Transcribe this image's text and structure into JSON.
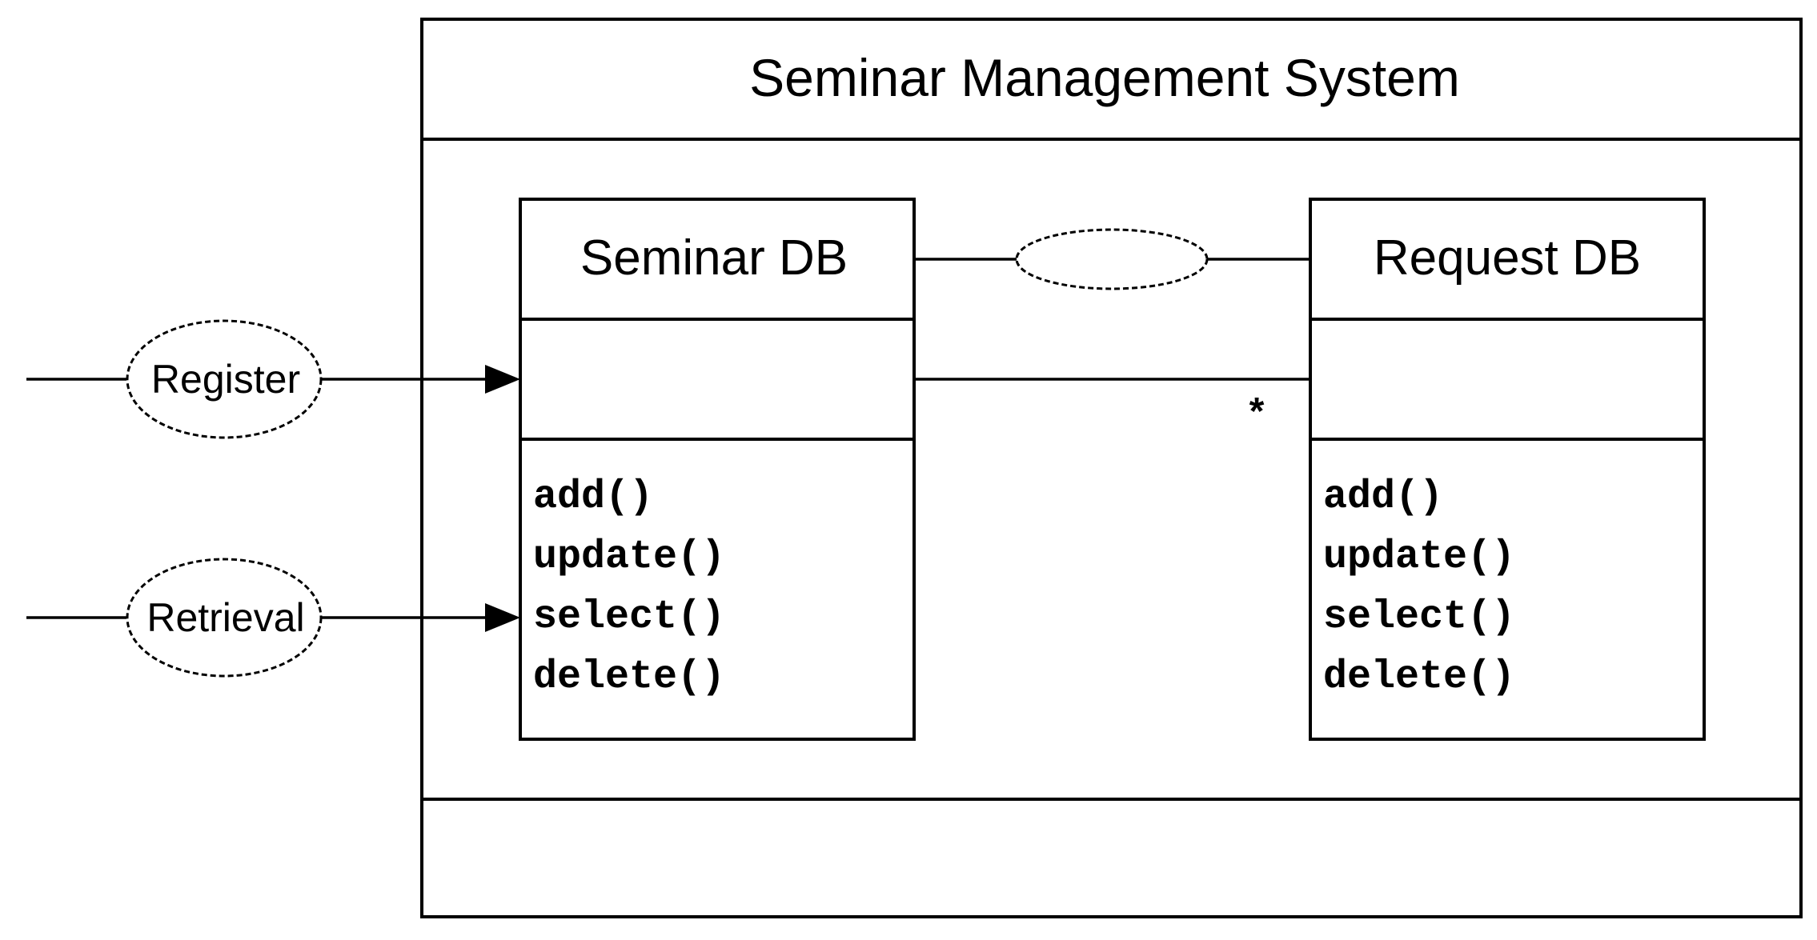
{
  "system": {
    "title": "Seminar Management System"
  },
  "classes": {
    "seminar_db": {
      "name": "Seminar DB",
      "methods": [
        "add()",
        "update()",
        "select()",
        "delete()"
      ]
    },
    "request_db": {
      "name": "Request DB",
      "methods": [
        "add()",
        "update()",
        "select()",
        "delete()"
      ]
    }
  },
  "use_cases": {
    "register": "Register",
    "retrieval": "Retrieval"
  },
  "association": {
    "multiplicity": "*"
  }
}
